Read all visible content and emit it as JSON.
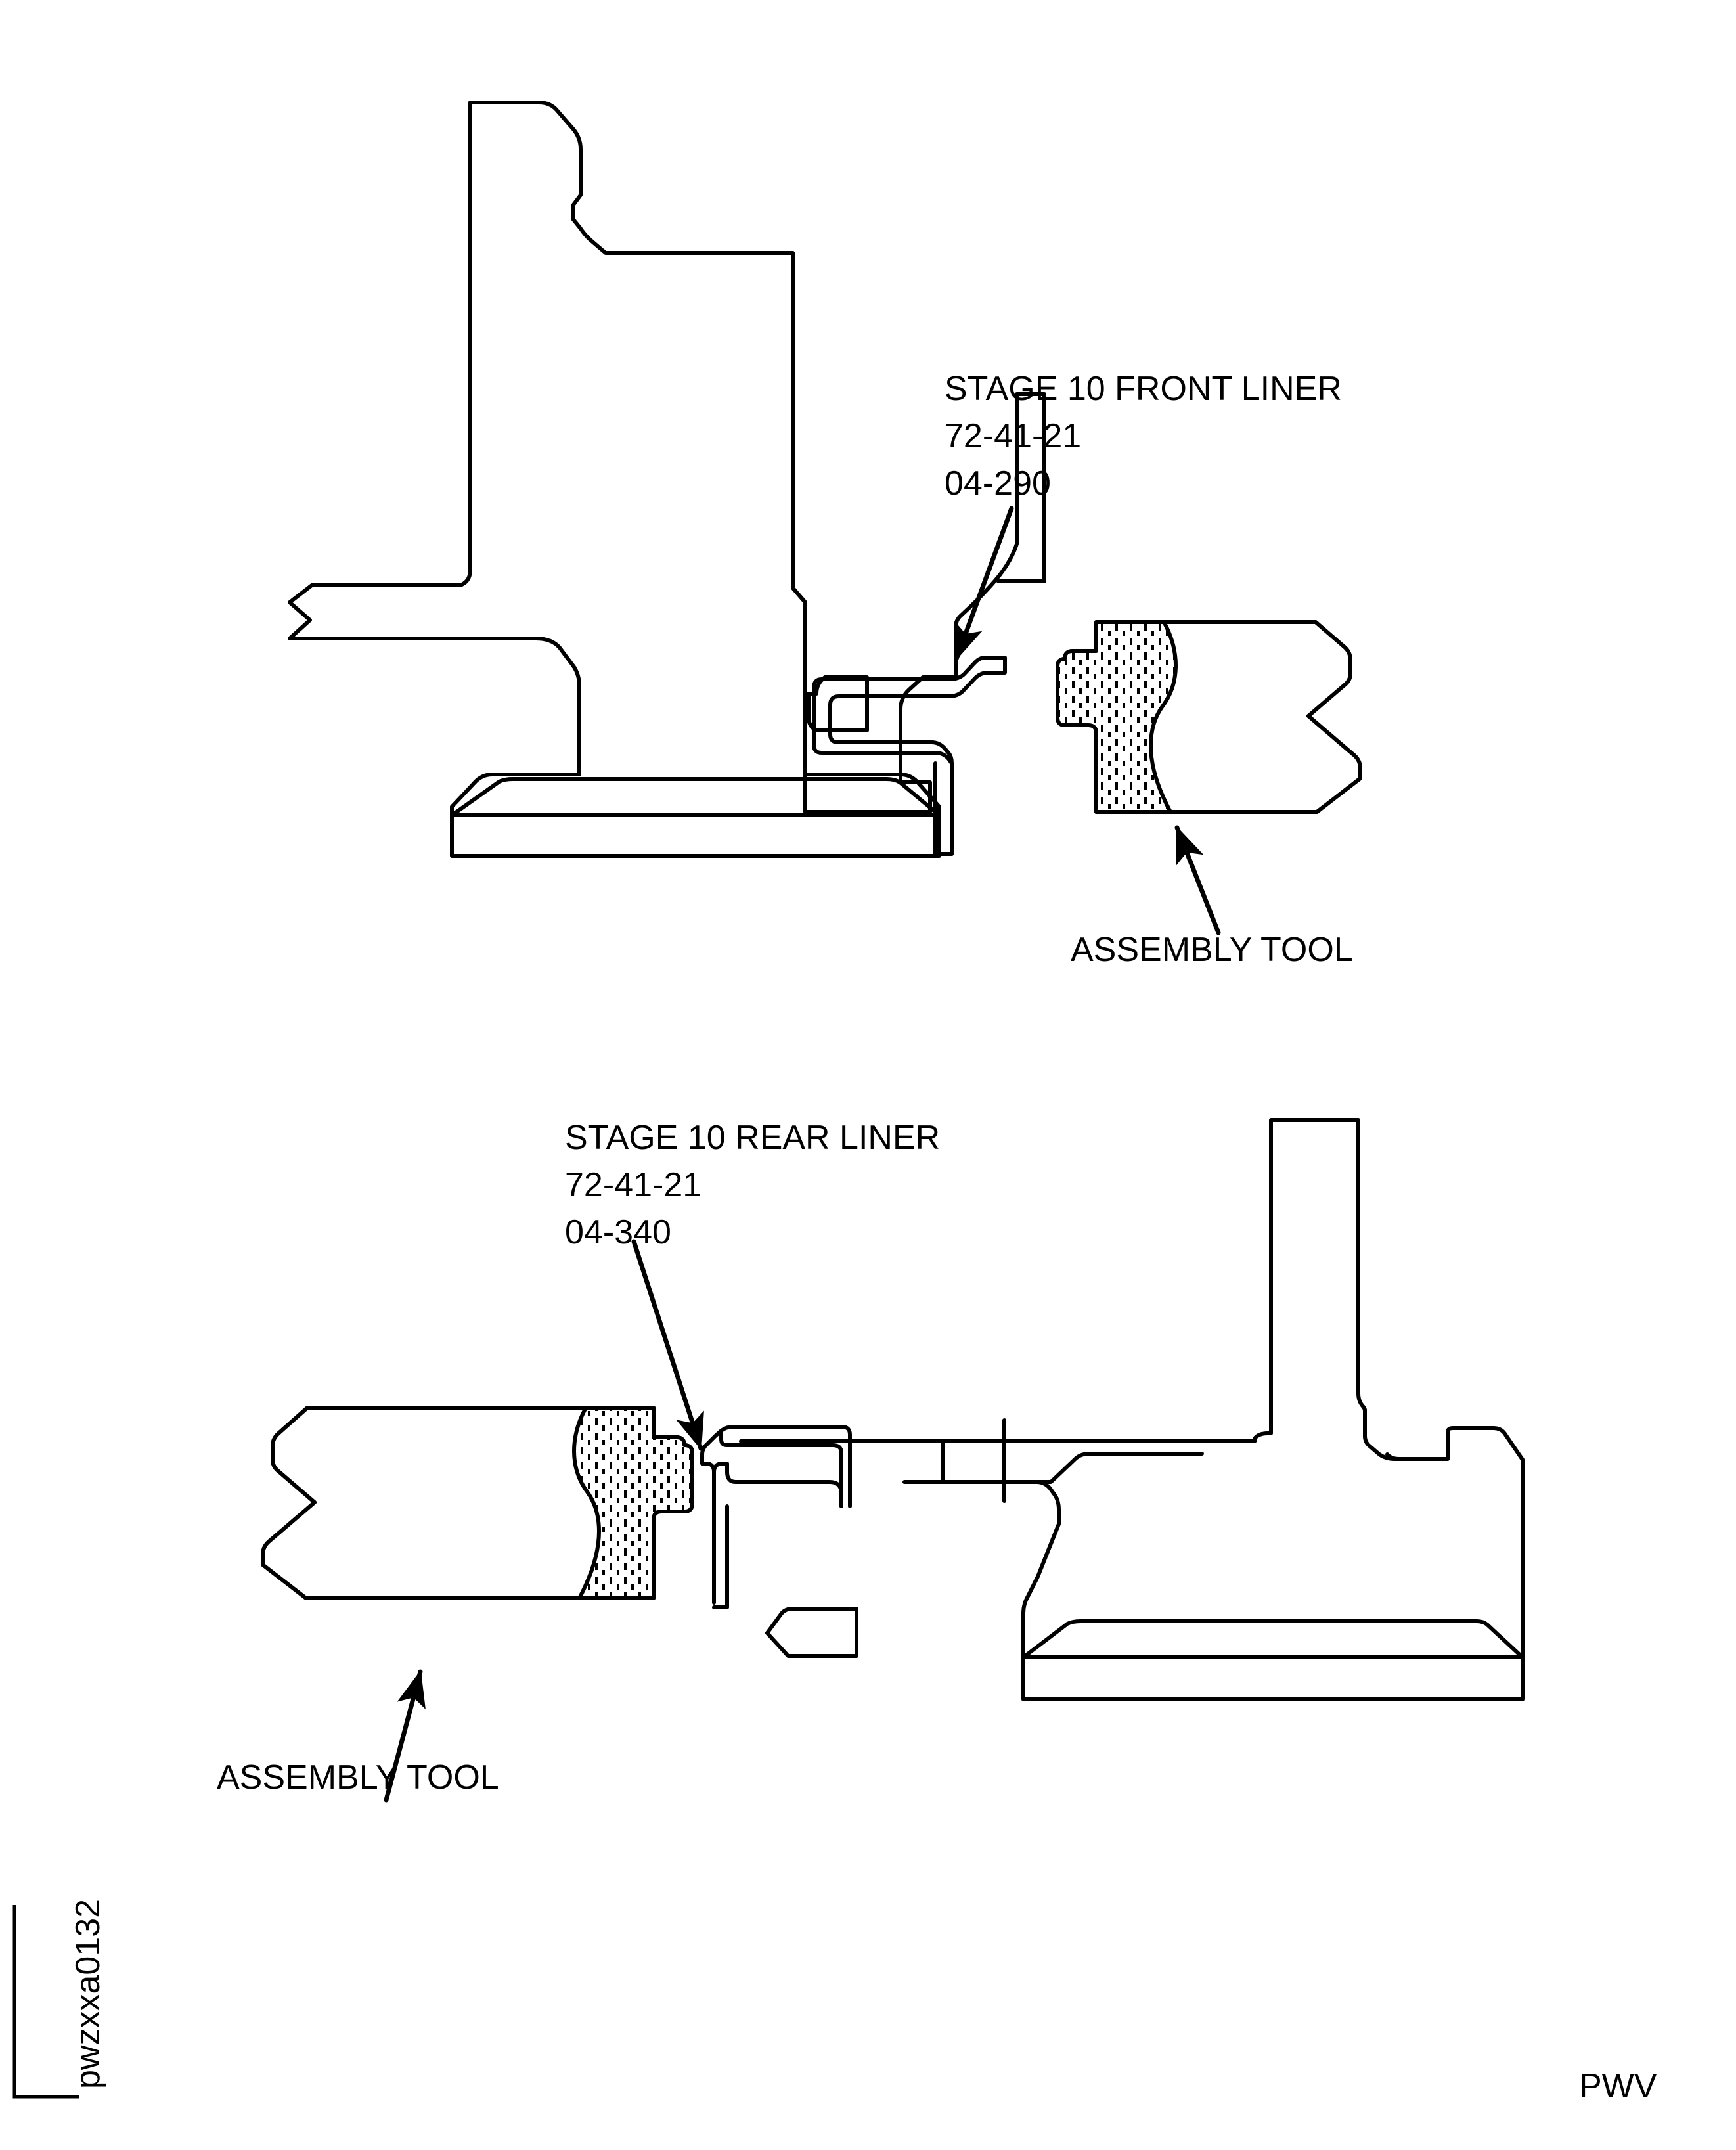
{
  "document": {
    "type": "technical-assembly-drawing",
    "background_color": "#ffffff",
    "line_color": "#000000",
    "figure_id": "pwzxxa0132",
    "corner_mark": "L-bracket",
    "footer_code": "PWV"
  },
  "figures": [
    {
      "id": "top-figure",
      "callouts": [
        {
          "id": "front-liner",
          "lines": [
            "STAGE 10 FRONT LINER",
            "72-41-21",
            "04-290"
          ],
          "line1": "STAGE 10 FRONT LINER",
          "line2": "72-41-21",
          "line3": "04-290"
        },
        {
          "id": "assembly-tool-top",
          "lines": [
            "ASSEMBLY TOOL"
          ],
          "line1": "ASSEMBLY TOOL"
        }
      ]
    },
    {
      "id": "bottom-figure",
      "callouts": [
        {
          "id": "rear-liner",
          "lines": [
            "STAGE 10 REAR LINER",
            "72-41-21",
            "04-340"
          ],
          "line1": "STAGE 10 REAR LINER",
          "line2": "72-41-21",
          "line3": "04-340"
        },
        {
          "id": "assembly-tool-bottom",
          "lines": [
            "ASSEMBLY TOOL"
          ],
          "line1": "ASSEMBLY TOOL"
        }
      ]
    }
  ],
  "labels": {
    "front_liner_title": "STAGE 10 FRONT LINER",
    "front_liner_code1": "72-41-21",
    "front_liner_code2": "04-290",
    "assembly_tool_top": "ASSEMBLY TOOL",
    "rear_liner_title": "STAGE 10 REAR LINER",
    "rear_liner_code1": "72-41-21",
    "rear_liner_code2": "04-340",
    "assembly_tool_bottom": "ASSEMBLY TOOL",
    "figure_id": "pwzxxa0132",
    "footer_code": "PWV"
  }
}
